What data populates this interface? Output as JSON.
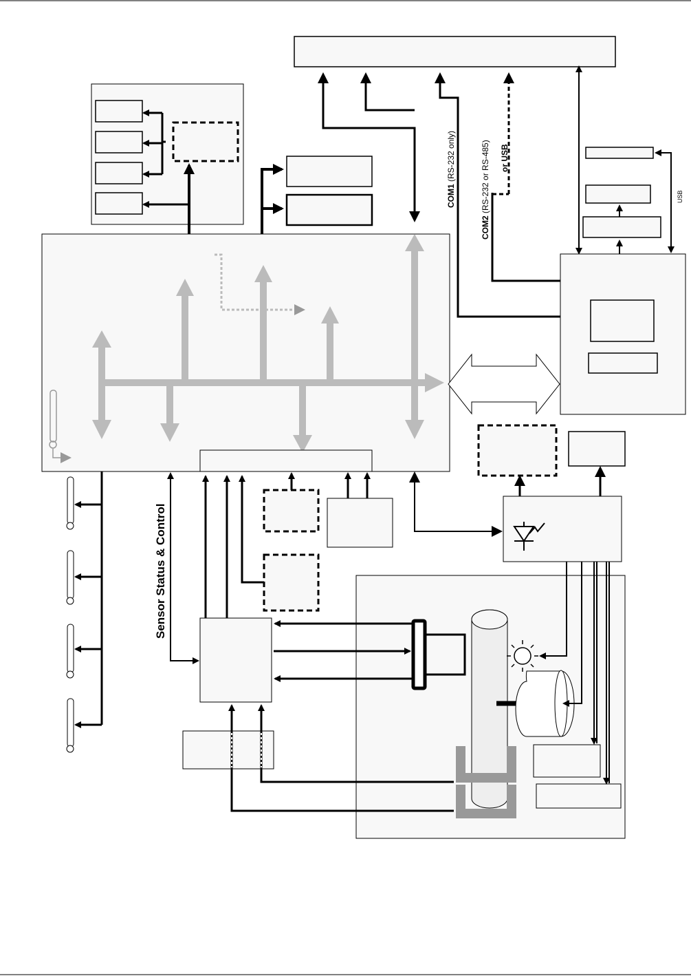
{
  "labels": {
    "com1_bold": "COM1",
    "com1_rest": " (RS-232 only)",
    "com2_bold": "COM2",
    "com2_rest": " (RS-232 or RS-485)",
    "or_usb": "or USB",
    "usb": "USB",
    "sensor_status": "Sensor Status & Control"
  }
}
